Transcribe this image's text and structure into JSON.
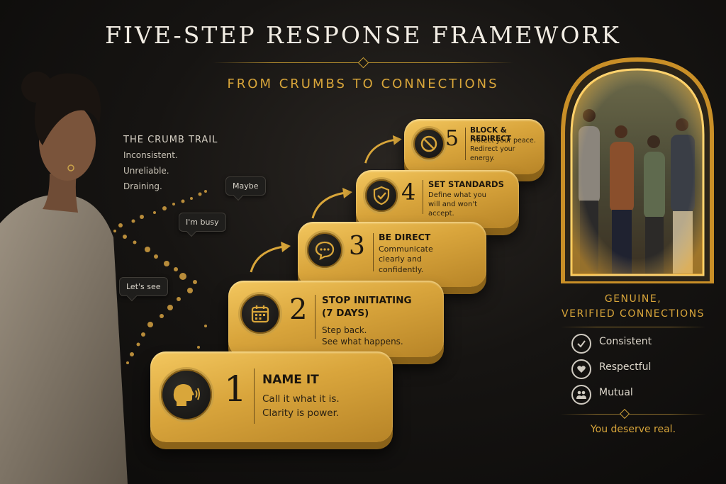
{
  "header": {
    "title": "FIVE-STEP RESPONSE FRAMEWORK",
    "subtitle": "FROM CRUMBS TO CONNECTIONS"
  },
  "crumb_trail": {
    "heading": "THE CRUMB TRAIL",
    "lines": [
      "Inconsistent.",
      "Unreliable.",
      "Draining."
    ],
    "bubbles": [
      "Maybe",
      "I'm busy",
      "Let's see"
    ]
  },
  "steps": [
    {
      "number": "1",
      "title": "NAME IT",
      "description": [
        "Call it what it is.",
        "Clarity is power."
      ],
      "icon": "speaking-head-icon"
    },
    {
      "number": "2",
      "title": "STOP INITIATING",
      "title2": "(7 DAYS)",
      "description": [
        "Step back.",
        "See what happens."
      ],
      "icon": "calendar-icon"
    },
    {
      "number": "3",
      "title": "BE DIRECT",
      "description": [
        "Communicate",
        "clearly and",
        "confidently."
      ],
      "icon": "speech-bubble-icon"
    },
    {
      "number": "4",
      "title": "SET STANDARDS",
      "description": [
        "Define what you",
        "will and won't",
        "accept."
      ],
      "icon": "shield-check-icon"
    },
    {
      "number": "5",
      "title": "BLOCK & REDIRECT",
      "description": [
        "Protect your peace.",
        "Redirect your",
        "energy."
      ],
      "icon": "block-icon"
    }
  ],
  "connections": {
    "title_line1": "GENUINE,",
    "title_line2": "VERIFIED CONNECTIONS",
    "qualities": [
      {
        "label": "Consistent",
        "icon": "check-icon"
      },
      {
        "label": "Respectful",
        "icon": "heart-icon"
      },
      {
        "label": "Mutual",
        "icon": "people-icon"
      }
    ],
    "closing": "You deserve real."
  },
  "colors": {
    "gold": "#d9a63a",
    "background": "#161412",
    "text_light": "#e9e2d4"
  }
}
